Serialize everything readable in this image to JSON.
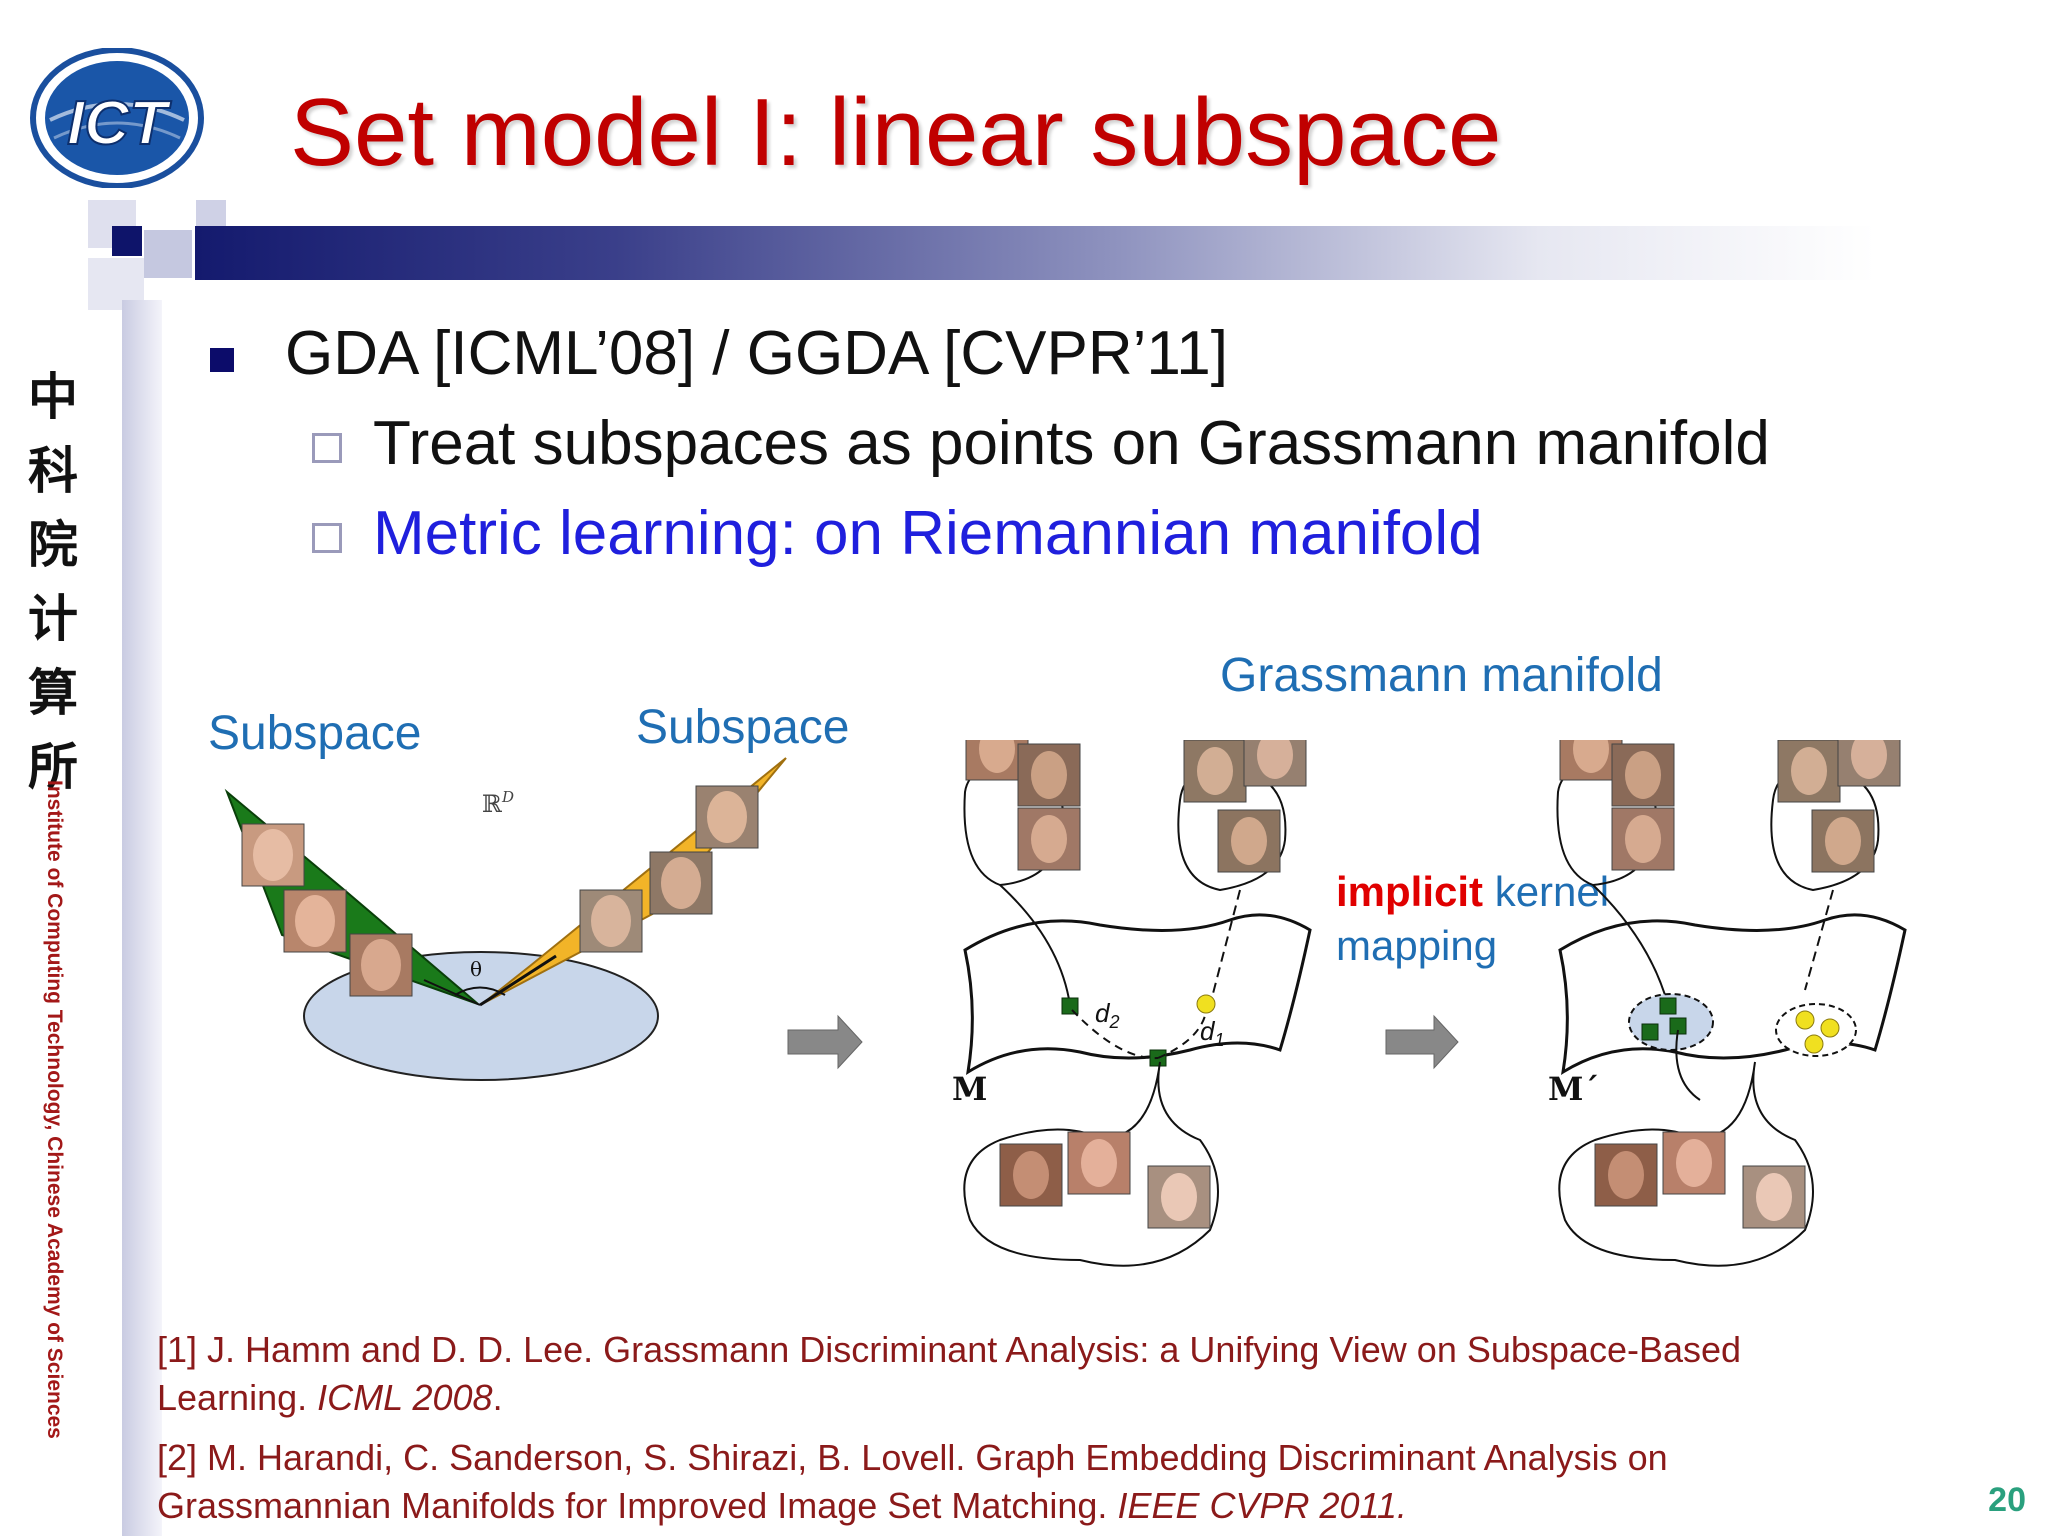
{
  "title": "Set model I: linear subspace",
  "logo_text": "ICT",
  "side": {
    "chinese": "中科院计算所",
    "english": "Institute of Computing Technology, Chinese Academy of Sciences"
  },
  "bullet": {
    "main": "GDA [ICML’08] / GGDA [CVPR’11]",
    "sub1": "Treat subspaces as points on Grassmann manifold",
    "sub2": "Metric learning: on Riemannian manifold"
  },
  "figure": {
    "subspace_left": "Subspace",
    "subspace_right": "Subspace",
    "space_symbol": "ℝ",
    "space_sup": "D",
    "theta": "θ",
    "grassmann": "Grassmann manifold",
    "implicit": "implicit",
    "kernel": "kernel",
    "mapping": "mapping",
    "m_label": "M",
    "m_prime_label": "M´",
    "d2": "d",
    "d2_sub": "2",
    "d1": "d",
    "d1_sub": "1"
  },
  "refs": {
    "r1_line1": "[1] J. Hamm and D. D. Lee. Grassmann Discriminant Analysis: a Unifying View on Subspace-Based",
    "r1_line2_plain": "Learning. ",
    "r1_line2_ital": "ICML 2008",
    "r1_line2_end": ".",
    "r2_line1": "[2] M. Harandi, C. Sanderson, S. Shirazi, B. Lovell. Graph Embedding Discriminant Analysis on",
    "r2_line2_plain": "Grassmannian Manifolds for Improved Image Set Matching. ",
    "r2_line2_ital": "IEEE CVPR 2011."
  },
  "page_number": "20",
  "colors": {
    "title": "#c00000",
    "blue_text": "#1f1fdd",
    "label_blue": "#1f6eb3",
    "ref_text": "#8b1a1a",
    "implicit_red": "#e00000"
  }
}
